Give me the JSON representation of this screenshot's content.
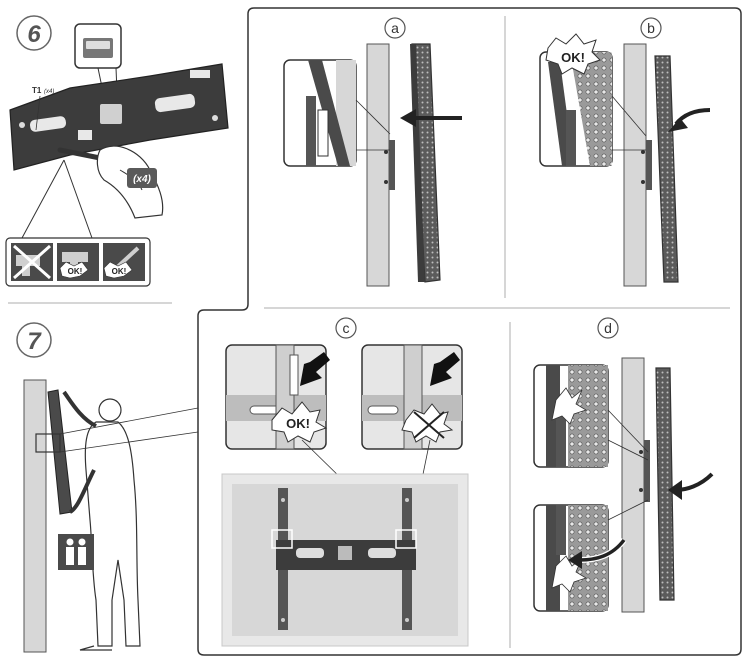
{
  "steps": {
    "step6": "6",
    "step7": "7"
  },
  "panels": {
    "a": "a",
    "b": "b",
    "c": "c",
    "d": "d"
  },
  "callouts": {
    "t1": "T1",
    "t1_qty": "(x4)",
    "x4": "(x4)",
    "ok": "OK!"
  },
  "colors": {
    "line": "#3a3a3a",
    "wall": "#d7d7d7",
    "bracket": "#555555",
    "tv_dark": "#4a4a4a",
    "badge": "#5a5a5a",
    "white": "#ffffff",
    "light_grey": "#e6e6e6",
    "divider": "#c8c8c8"
  }
}
